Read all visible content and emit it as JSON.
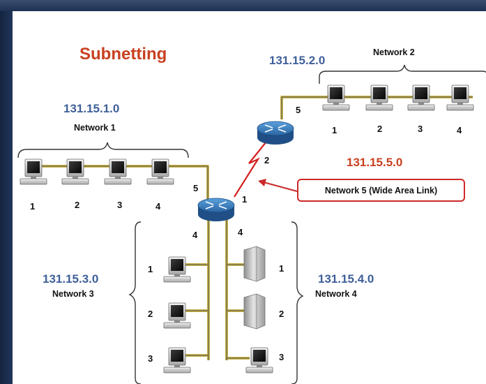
{
  "title": "Subnetting",
  "network1": {
    "ip": "131.15.1.0",
    "name": "Network 1",
    "hosts": [
      "1",
      "2",
      "3",
      "4"
    ]
  },
  "network2": {
    "ip": "131.15.2.0",
    "name": "Network 2",
    "hosts": [
      "1",
      "2",
      "3",
      "4"
    ]
  },
  "network3": {
    "ip": "131.15.3.0",
    "name": "Network 3",
    "hosts": [
      "1",
      "2",
      "3"
    ]
  },
  "network4": {
    "ip": "131.15.4.0",
    "name": "Network 4",
    "hosts": [
      "1",
      "2",
      "3"
    ]
  },
  "network5": {
    "ip": "131.15.5.0",
    "name": "Network 5 (Wide Area Link)"
  },
  "router_lower": {
    "ports": [
      "1",
      "4",
      "4",
      "5"
    ]
  },
  "router_upper": {
    "ports": [
      "2",
      "5"
    ]
  },
  "colors": {
    "title": "#c8401f",
    "ip_label": "#3f5f9a",
    "wan_ip": "#c8401f",
    "callout_border": "#cc2a2a",
    "cable": "#c9b54a",
    "router": "#2f6fae",
    "wan_link": "#d32020"
  }
}
